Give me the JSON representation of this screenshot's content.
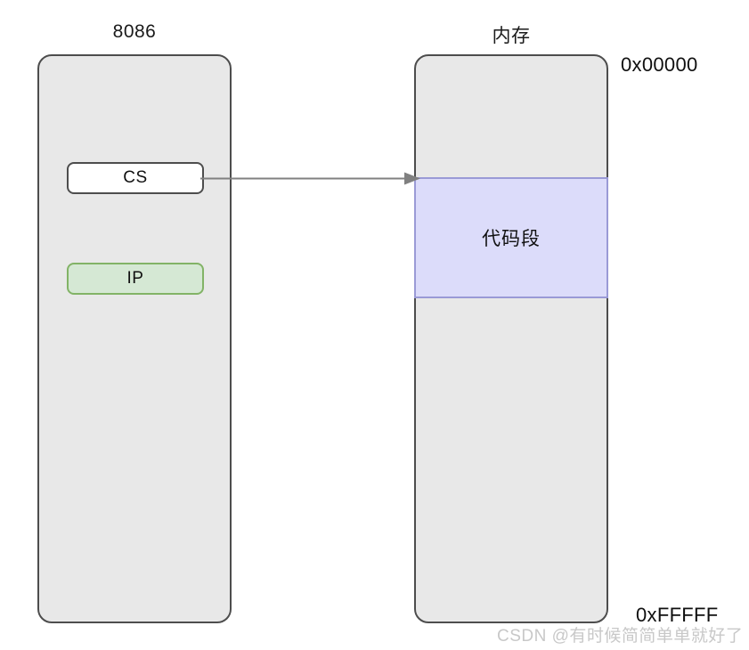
{
  "diagram": {
    "cpu": {
      "title": "8086",
      "registers": [
        {
          "name": "cs",
          "label": "CS",
          "fill": "#ffffff",
          "stroke": "#4d4d4d"
        },
        {
          "name": "ip",
          "label": "IP",
          "fill": "#d5e8d4",
          "stroke": "#82b366"
        }
      ]
    },
    "memory": {
      "title": "内存",
      "address_top": "0x00000",
      "address_bottom": "0xFFFFF",
      "segments": [
        {
          "name": "code-segment",
          "label": "代码段",
          "fill": "#dcdcfa",
          "stroke": "#9a9ad6"
        }
      ]
    },
    "connector": {
      "name": "cs-to-code-segment-arrow",
      "from": "CS",
      "to": "代码段",
      "color": "#808080"
    },
    "panel_fill": "#e8e8e8",
    "panel_stroke": "#4d4d4d"
  },
  "watermark": {
    "text": "CSDN @有时候简简单单就好了",
    "color": "#c8c8c8"
  }
}
